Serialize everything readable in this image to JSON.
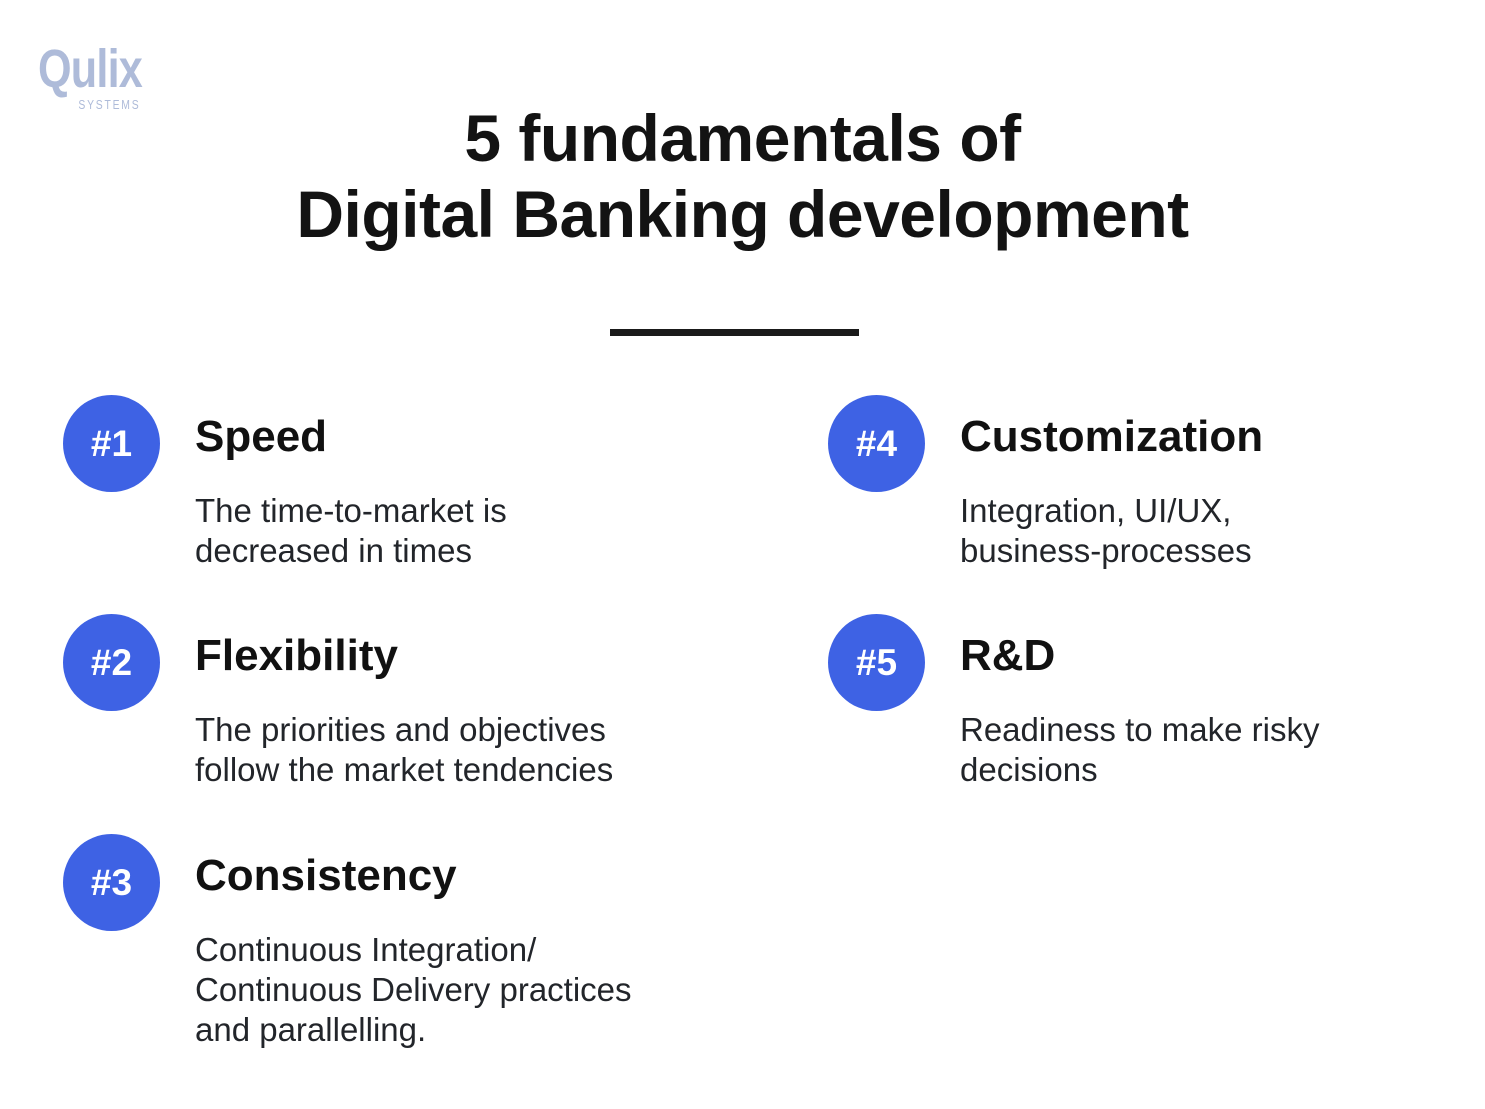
{
  "page": {
    "background": "#FFFFFF",
    "accent_color": "#3E62E4",
    "title_color": "#131313",
    "body_text_color": "#22252A",
    "divider_color": "#1A1A1A"
  },
  "logo": {
    "name": "Qulix",
    "subtitle": "SYSTEMS",
    "color": "#AEBBD9"
  },
  "header": {
    "title_line1": "5 fundamentals of",
    "title_line2": "Digital Banking development"
  },
  "fundamentals": {
    "items": [
      {
        "badge": "#1",
        "title": "Speed",
        "description": "The time-to-market is\ndecreased in times"
      },
      {
        "badge": "#2",
        "title": "Flexibility",
        "description": "The priorities and objectives\nfollow the market tendencies"
      },
      {
        "badge": "#3",
        "title": "Consistency",
        "description": "Continuous Integration/\nContinuous Delivery practices\nand parallelling."
      },
      {
        "badge": "#4",
        "title": "Customization",
        "description": "Integration, UI/UX,\nbusiness-processes"
      },
      {
        "badge": "#5",
        "title": "R&D",
        "description": "Readiness to make risky\ndecisions"
      }
    ]
  }
}
